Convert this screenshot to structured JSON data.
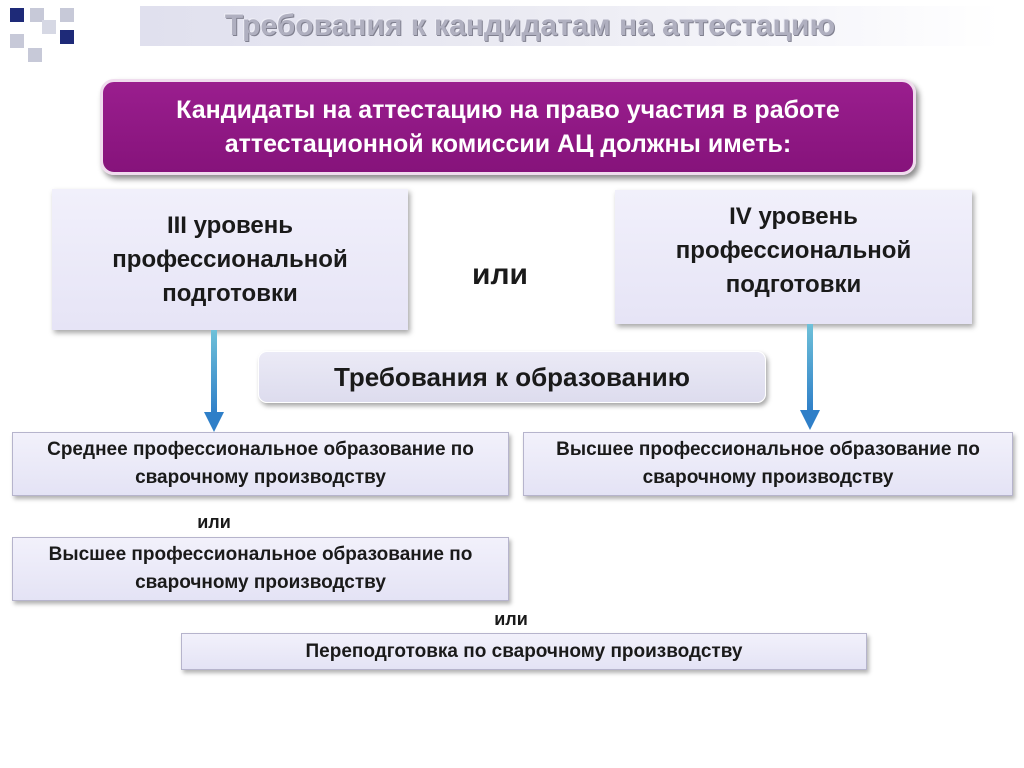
{
  "title": "Требования к кандидатам на аттестацию",
  "header": "Кандидаты на аттестацию на право участия в работе аттестационной комиссии АЦ должны иметь:",
  "levels": {
    "left": "III  уровень профессиональной подготовки",
    "right": "IV  уровень профессиональной подготовки",
    "or": "или"
  },
  "education": {
    "title": "Требования к образованию",
    "left_option_1": "Среднее профессиональное образование по сварочному производству",
    "right_option_1": "Высшее профессиональное образование по сварочному производству",
    "or_1": "или",
    "left_option_2": "Высшее профессиональное образование по сварочному производству",
    "or_2": "или",
    "option_3": "Переподготовка по сварочному производству"
  },
  "colors": {
    "header_bg": "#8e1883",
    "box_bg": "#e8e6f6",
    "arrow": "#2f7fc8",
    "deco_navy": "#1e2a78",
    "deco_gray": "#c7c9d8"
  }
}
